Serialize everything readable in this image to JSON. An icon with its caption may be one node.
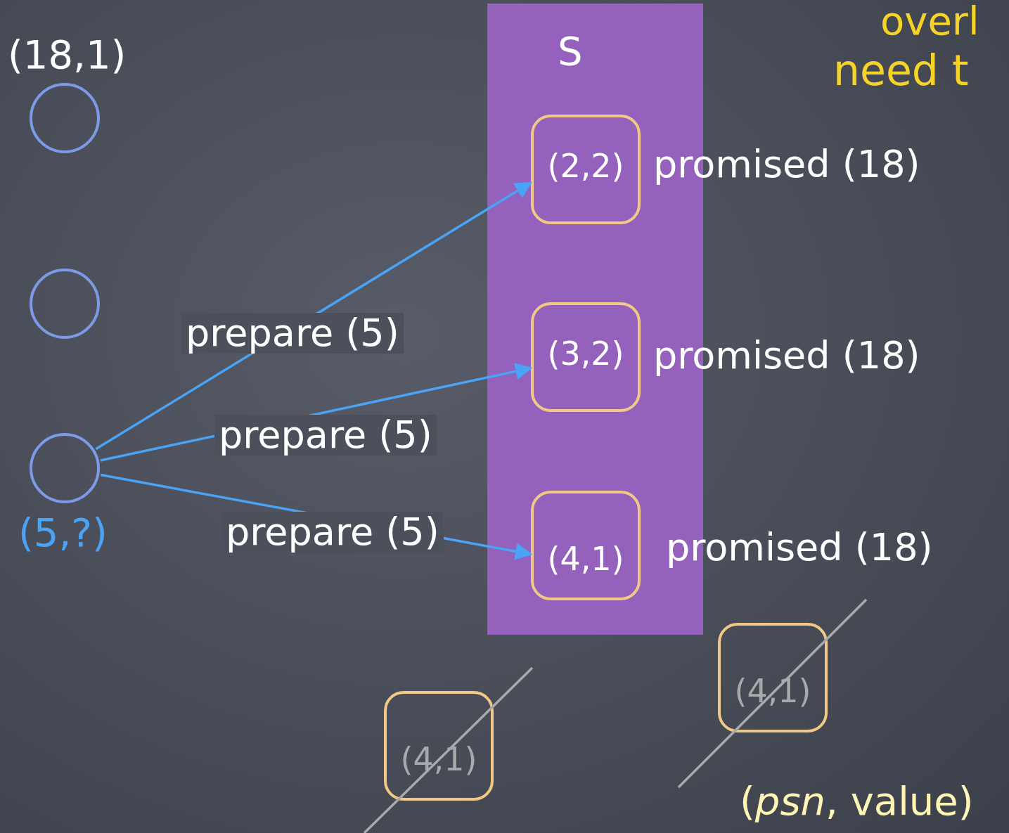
{
  "diagram": {
    "nodes": [
      {
        "text": [],
        "shape": "circle",
        "beside": [
          "(18,1)"
        ]
      },
      {
        "text": [],
        "shape": "circle"
      },
      {
        "text": [],
        "shape": "circle",
        "beside": [
          "(5,?)"
        ]
      },
      {
        "text": [
          "S"
        ]
      },
      {
        "text": [
          "(2,2)"
        ],
        "in": 3,
        "beside": [
          "promised (18)"
        ]
      },
      {
        "text": [
          "(3,2)"
        ],
        "in": 3,
        "beside": [
          "promised (18)"
        ]
      },
      {
        "text": [
          "(4,1)"
        ],
        "in": 3,
        "beside": [
          "promised (18)"
        ]
      },
      {
        "text": [
          "(4,1)"
        ]
      },
      {
        "text": [
          "(4,1)"
        ]
      }
    ],
    "edges": [
      {
        "from": 2,
        "to": 4,
        "arrow": "to",
        "label": "prepare (5)"
      },
      {
        "from": 2,
        "to": 5,
        "arrow": "to",
        "label": "prepare (5)"
      },
      {
        "from": 2,
        "to": 6,
        "arrow": "to",
        "label": "prepare (5)"
      }
    ],
    "labels": [
      "overl",
      "need t",
      "(*psn*, value)"
    ]
  }
}
